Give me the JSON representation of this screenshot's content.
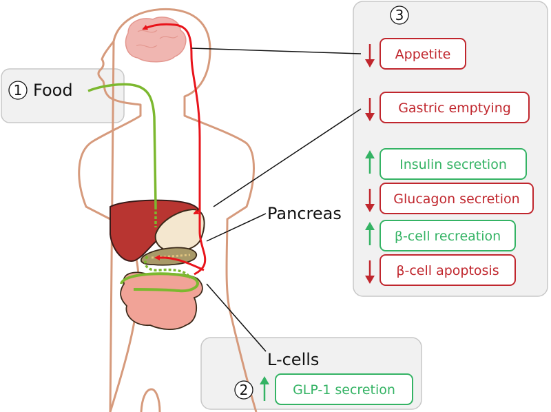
{
  "colors": {
    "decrease": "#c0262d",
    "increase": "#34b364",
    "gut_path": "#7cb82f",
    "signal_path": "#e8141b",
    "body_outline": "#d69a7c",
    "panel_fill": "#f1f1f1",
    "panel_border": "#c7c7c7"
  },
  "food_panel": {
    "step": "1",
    "label": "Food"
  },
  "pancreas_label": "Pancreas",
  "lcells_panel": {
    "label": "L-cells",
    "step": "2",
    "effect": {
      "direction": "up",
      "text": "GLP-1 secretion"
    }
  },
  "effects_panel": {
    "step": "3",
    "effects": [
      {
        "direction": "down",
        "text": "Appetite"
      },
      {
        "direction": "down",
        "text": "Gastric emptying"
      },
      {
        "direction": "up",
        "text": "Insulin secretion"
      },
      {
        "direction": "down",
        "text": "Glucagon secretion"
      },
      {
        "direction": "up",
        "text": "β-cell recreation"
      },
      {
        "direction": "down",
        "text": "β-cell apoptosis"
      }
    ]
  }
}
